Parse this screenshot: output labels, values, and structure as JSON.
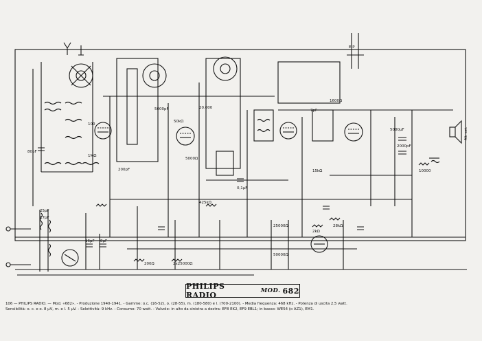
{
  "title": {
    "brand": "PHILIPS RADIO",
    "model_prefix": "MOD.",
    "model": "682"
  },
  "caption": {
    "line1": "106 — PHILIPS RADIO. — Mod. «682». - Produzione 1940-1941. - Gamme: o.c. (16-52), o. (28-55), m. (180-580) e l. (700-2100). - Media frequenza: 468 kHz. - Potenza di uscita 2,5 watt.",
    "line2": "Sensibilità: o. c. e o. 8 μV, m. e l. 5 μV. - Selettività: 9 kHz. - Consumo: 70 watt. - Valvole: in alto da sinistra a destra: EF8 EK2, EF9 EBL1; in basso: WE54 (o AZ1), EM1."
  },
  "labels": {
    "cap_80pF": "80pF",
    "r_100": "100",
    "r_1Mohm": "1MΩ",
    "c_5000pF": "5000pF",
    "c_200pF": "200pF",
    "r_50kohm": "50kΩ",
    "r_5000ohm": "5000Ω",
    "c_20000": "20.000",
    "c_01uF": "0,1μF",
    "r_425k": "425kΩ",
    "c_7pF": "7pF",
    "c_5000uF": "5000μF",
    "c_2000pF": "2000pF",
    "c_25pF": "25pF",
    "c_17pF": "17pF",
    "c_16uF": "16μF",
    "c_8uF": "8μF",
    "r_2kohm": "2kΩ",
    "r_200": "200Ω",
    "r_2x25000": "2x25000Ω",
    "r_25000": "25000Ω",
    "r_50000": "50000Ω",
    "r_1600": "1600Ω",
    "r_15kohm": "15kΩ",
    "r_28kohm": "28kΩ",
    "c_10000": "10000",
    "alt_label": "Alt. est.",
    "ep_label": "E P"
  },
  "colors": {
    "paper": "#f2f1ee",
    "ink": "#111111"
  }
}
